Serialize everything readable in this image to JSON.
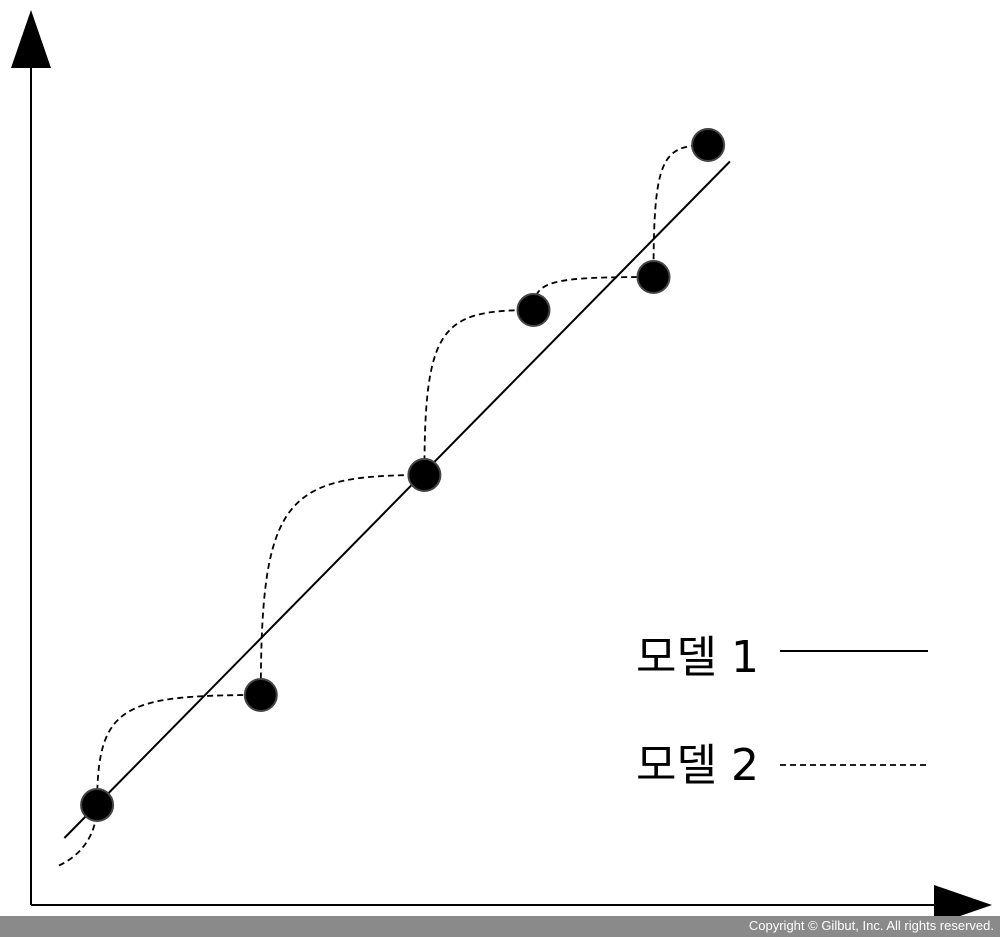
{
  "chart_data": {
    "type": "scatter",
    "title": "",
    "xlabel": "",
    "ylabel": "",
    "grid": false,
    "legend_position": "right",
    "points": [
      {
        "x": 1.0,
        "y": 1.0
      },
      {
        "x": 2.5,
        "y": 2.0
      },
      {
        "x": 4.0,
        "y": 4.0
      },
      {
        "x": 5.0,
        "y": 5.5
      },
      {
        "x": 6.1,
        "y": 5.8
      },
      {
        "x": 6.6,
        "y": 7.0
      }
    ],
    "series": [
      {
        "name": "모델 1",
        "style": "solid",
        "kind": "linear-fit",
        "x": [
          0.7,
          6.8
        ],
        "y": [
          0.7,
          6.85
        ]
      },
      {
        "name": "모델 2",
        "style": "dashed",
        "kind": "interpolating-curve"
      }
    ],
    "colors": {
      "points": "#000000",
      "lines": "#000000",
      "footer": "#8a8a8a"
    }
  },
  "footer": {
    "copyright": "Copyright © Gilbut, Inc. All rights reserved."
  }
}
